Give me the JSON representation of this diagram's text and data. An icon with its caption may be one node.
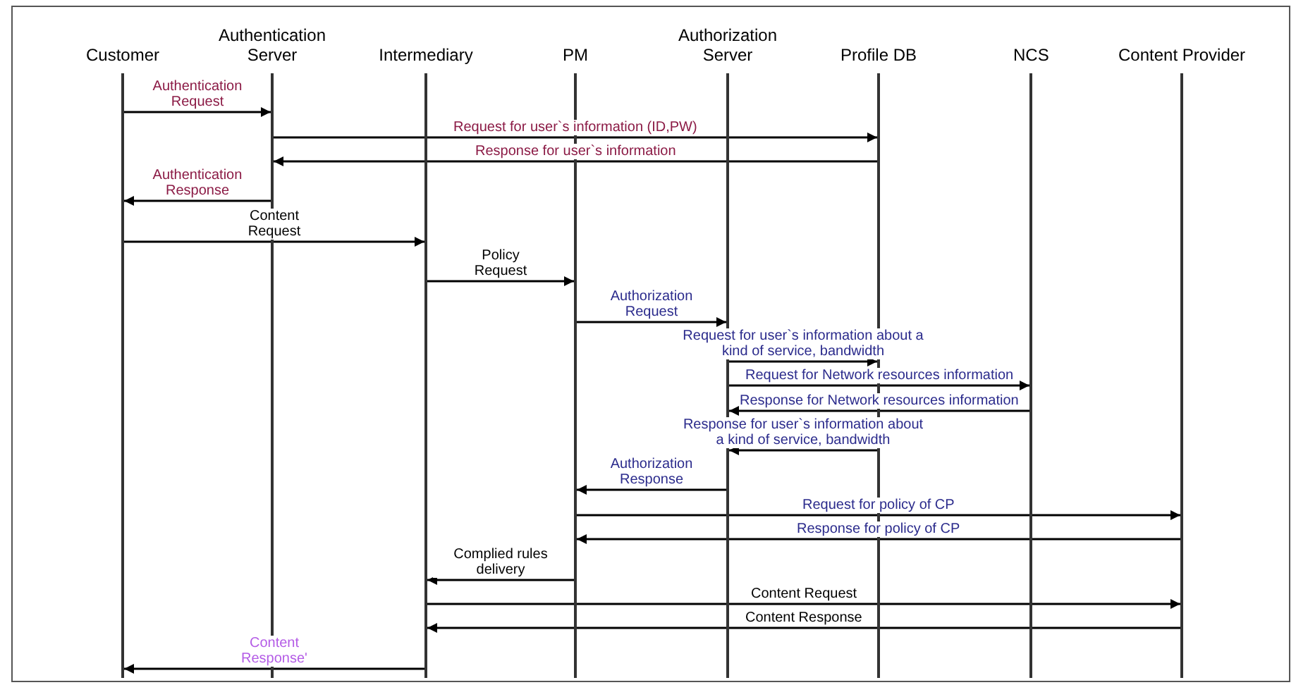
{
  "diagram": {
    "nodes": [
      {
        "text": [
          "Customer"
        ]
      },
      {
        "text": [
          "Authentication Server"
        ]
      },
      {
        "text": [
          "Intermediary"
        ]
      },
      {
        "text": [
          "PM"
        ]
      },
      {
        "text": [
          "Authorization Server"
        ]
      },
      {
        "text": [
          "Profile DB"
        ]
      },
      {
        "text": [
          "NCS"
        ]
      },
      {
        "text": [
          "Content Provider"
        ]
      }
    ],
    "edges": [
      {
        "from": 0,
        "to": 1,
        "arrow": "to",
        "label": "Authentication Request"
      },
      {
        "from": 1,
        "to": 5,
        "arrow": "to",
        "label": "Request for user`s information (ID,PW)"
      },
      {
        "from": 5,
        "to": 1,
        "arrow": "to",
        "label": "Response for user`s information"
      },
      {
        "from": 1,
        "to": 0,
        "arrow": "to",
        "label": "Authentication Response"
      },
      {
        "from": 0,
        "to": 2,
        "arrow": "to",
        "label": "Content Request"
      },
      {
        "from": 2,
        "to": 3,
        "arrow": "to",
        "label": "Policy Request"
      },
      {
        "from": 3,
        "to": 4,
        "arrow": "to",
        "label": "Authorization Request"
      },
      {
        "from": 4,
        "to": 5,
        "arrow": "to",
        "label": "Request for user`s information about a kind of service, bandwidth"
      },
      {
        "from": 4,
        "to": 6,
        "arrow": "to",
        "label": "Request for Network resources information"
      },
      {
        "from": 6,
        "to": 4,
        "arrow": "to",
        "label": "Response for Network resources information"
      },
      {
        "from": 5,
        "to": 4,
        "arrow": "to",
        "label": "Response for user`s information about a kind of service, bandwidth"
      },
      {
        "from": 4,
        "to": 3,
        "arrow": "to",
        "label": "Authorization Response"
      },
      {
        "from": 3,
        "to": 7,
        "arrow": "to",
        "label": "Request for policy of CP"
      },
      {
        "from": 7,
        "to": 3,
        "arrow": "to",
        "label": "Response for policy of CP"
      },
      {
        "from": 3,
        "to": 2,
        "arrow": "to",
        "label": "Complied rules delivery"
      },
      {
        "from": 2,
        "to": 7,
        "arrow": "to",
        "label": "Content Request"
      },
      {
        "from": 7,
        "to": 2,
        "arrow": "to",
        "label": "Content Response"
      },
      {
        "from": 2,
        "to": 0,
        "arrow": "to",
        "label": "Content Response'"
      }
    ]
  }
}
